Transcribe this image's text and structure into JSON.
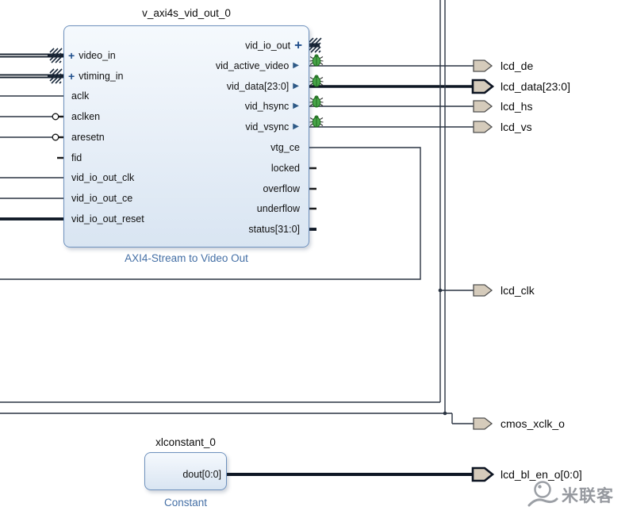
{
  "icons": {
    "expand_plus": "+",
    "output_arrow": "▶"
  },
  "main_block": {
    "instance_name": "v_axi4s_vid_out_0",
    "type_label": "AXI4-Stream to Video Out",
    "left_ports": [
      {
        "name": "video_in",
        "kind": "interface"
      },
      {
        "name": "vtiming_in",
        "kind": "interface"
      },
      {
        "name": "aclk",
        "kind": "clock"
      },
      {
        "name": "aclken",
        "kind": "scalar"
      },
      {
        "name": "aresetn",
        "kind": "scalar"
      },
      {
        "name": "fid",
        "kind": "scalar"
      },
      {
        "name": "vid_io_out_clk",
        "kind": "clock"
      },
      {
        "name": "vid_io_out_ce",
        "kind": "scalar"
      },
      {
        "name": "vid_io_out_reset",
        "kind": "scalar"
      }
    ],
    "right_ports": [
      {
        "name": "vid_io_out",
        "kind": "interface"
      },
      {
        "name": "vid_active_video",
        "kind": "output"
      },
      {
        "name": "vid_data[23:0]",
        "kind": "output-bus"
      },
      {
        "name": "vid_hsync",
        "kind": "output"
      },
      {
        "name": "vid_vsync",
        "kind": "output"
      },
      {
        "name": "vtg_ce",
        "kind": "output"
      },
      {
        "name": "locked",
        "kind": "output"
      },
      {
        "name": "overflow",
        "kind": "output"
      },
      {
        "name": "underflow",
        "kind": "output"
      },
      {
        "name": "status[31:0]",
        "kind": "output-bus"
      }
    ]
  },
  "constant_block": {
    "instance_name": "xlconstant_0",
    "type_label": "Constant",
    "port": "dout[0:0]"
  },
  "external_ports": [
    {
      "name": "lcd_de"
    },
    {
      "name": "lcd_data[23:0]"
    },
    {
      "name": "lcd_hs"
    },
    {
      "name": "lcd_vs"
    },
    {
      "name": "lcd_clk"
    },
    {
      "name": "cmos_xclk_o"
    },
    {
      "name": "lcd_bl_en_o[0:0]"
    }
  ],
  "watermark": {
    "text": "米联客"
  },
  "colors": {
    "block_border": "#6e91bd",
    "block_fill": "#e7eff8",
    "type_label_text": "#446fa5",
    "wire": "#2a3442",
    "bus_wire": "#0e1724",
    "port_fill": "#d5cbbb",
    "debug_green": "#49a649",
    "expand_plus_blue": "#1f4e8c"
  }
}
